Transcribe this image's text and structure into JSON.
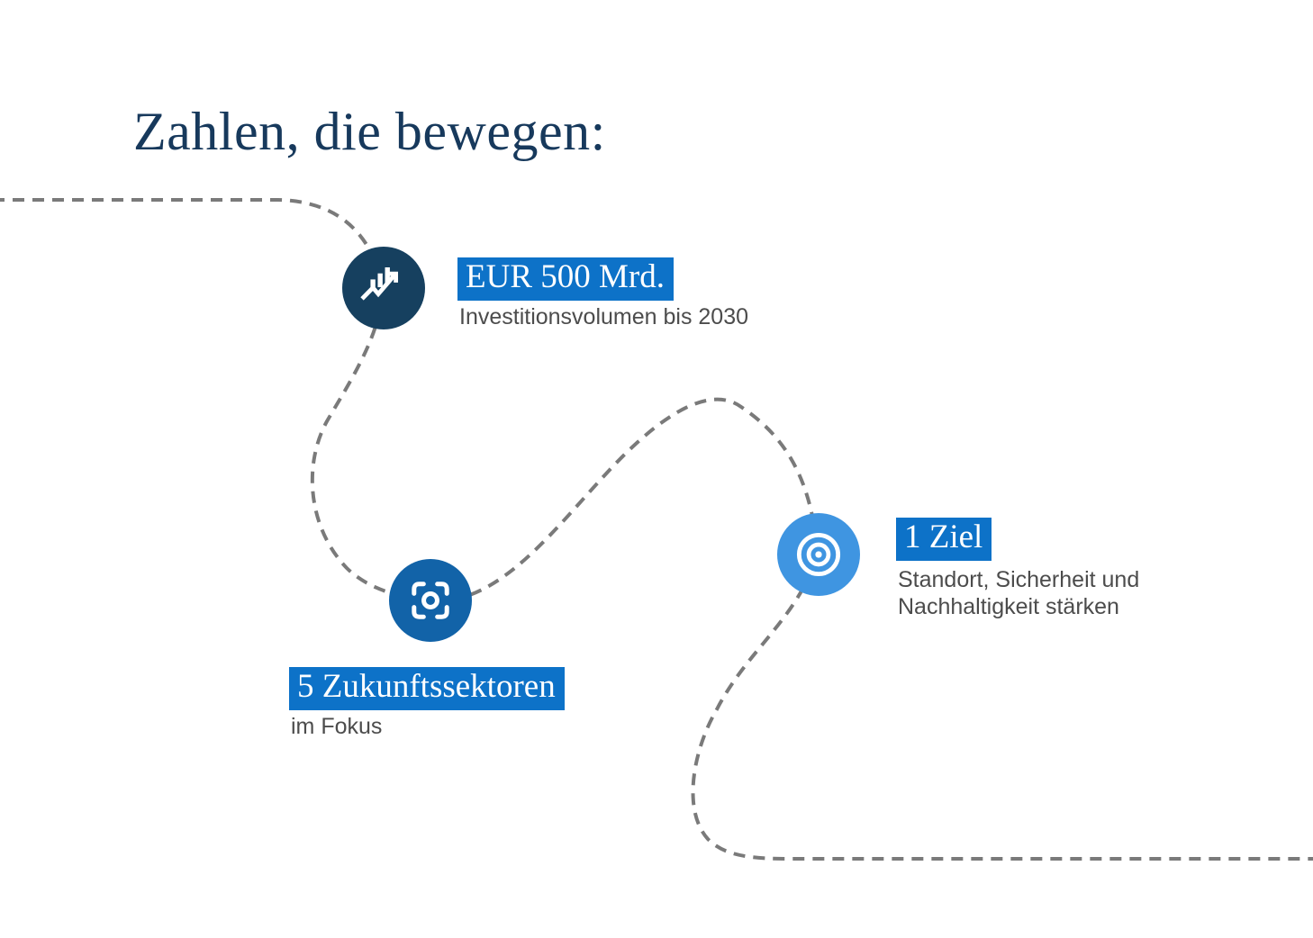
{
  "title": "Zahlen, die bewegen:",
  "colors": {
    "background": "#ffffff",
    "title_text": "#17395c",
    "highlight_bg": "#0d72c8",
    "highlight_text": "#ffffff",
    "subtitle_text": "#4c4c4c",
    "path_dash": "#7a7a7a",
    "icon_glyph": "#ffffff"
  },
  "milestones": [
    {
      "icon": "chart-growth-icon",
      "circle_color": "#16405f",
      "label": "EUR 500 Mrd.",
      "subtitle": "Investitionsvolumen bis 2030"
    },
    {
      "icon": "focus-frame-icon",
      "circle_color": "#1263a8",
      "label": "5 Zukunftssektoren",
      "subtitle": "im Fokus"
    },
    {
      "icon": "target-icon",
      "circle_color": "#3f95e1",
      "label": "1 Ziel",
      "subtitle": "Standort, Sicherheit und Nachhaltigkeit stärken"
    }
  ]
}
